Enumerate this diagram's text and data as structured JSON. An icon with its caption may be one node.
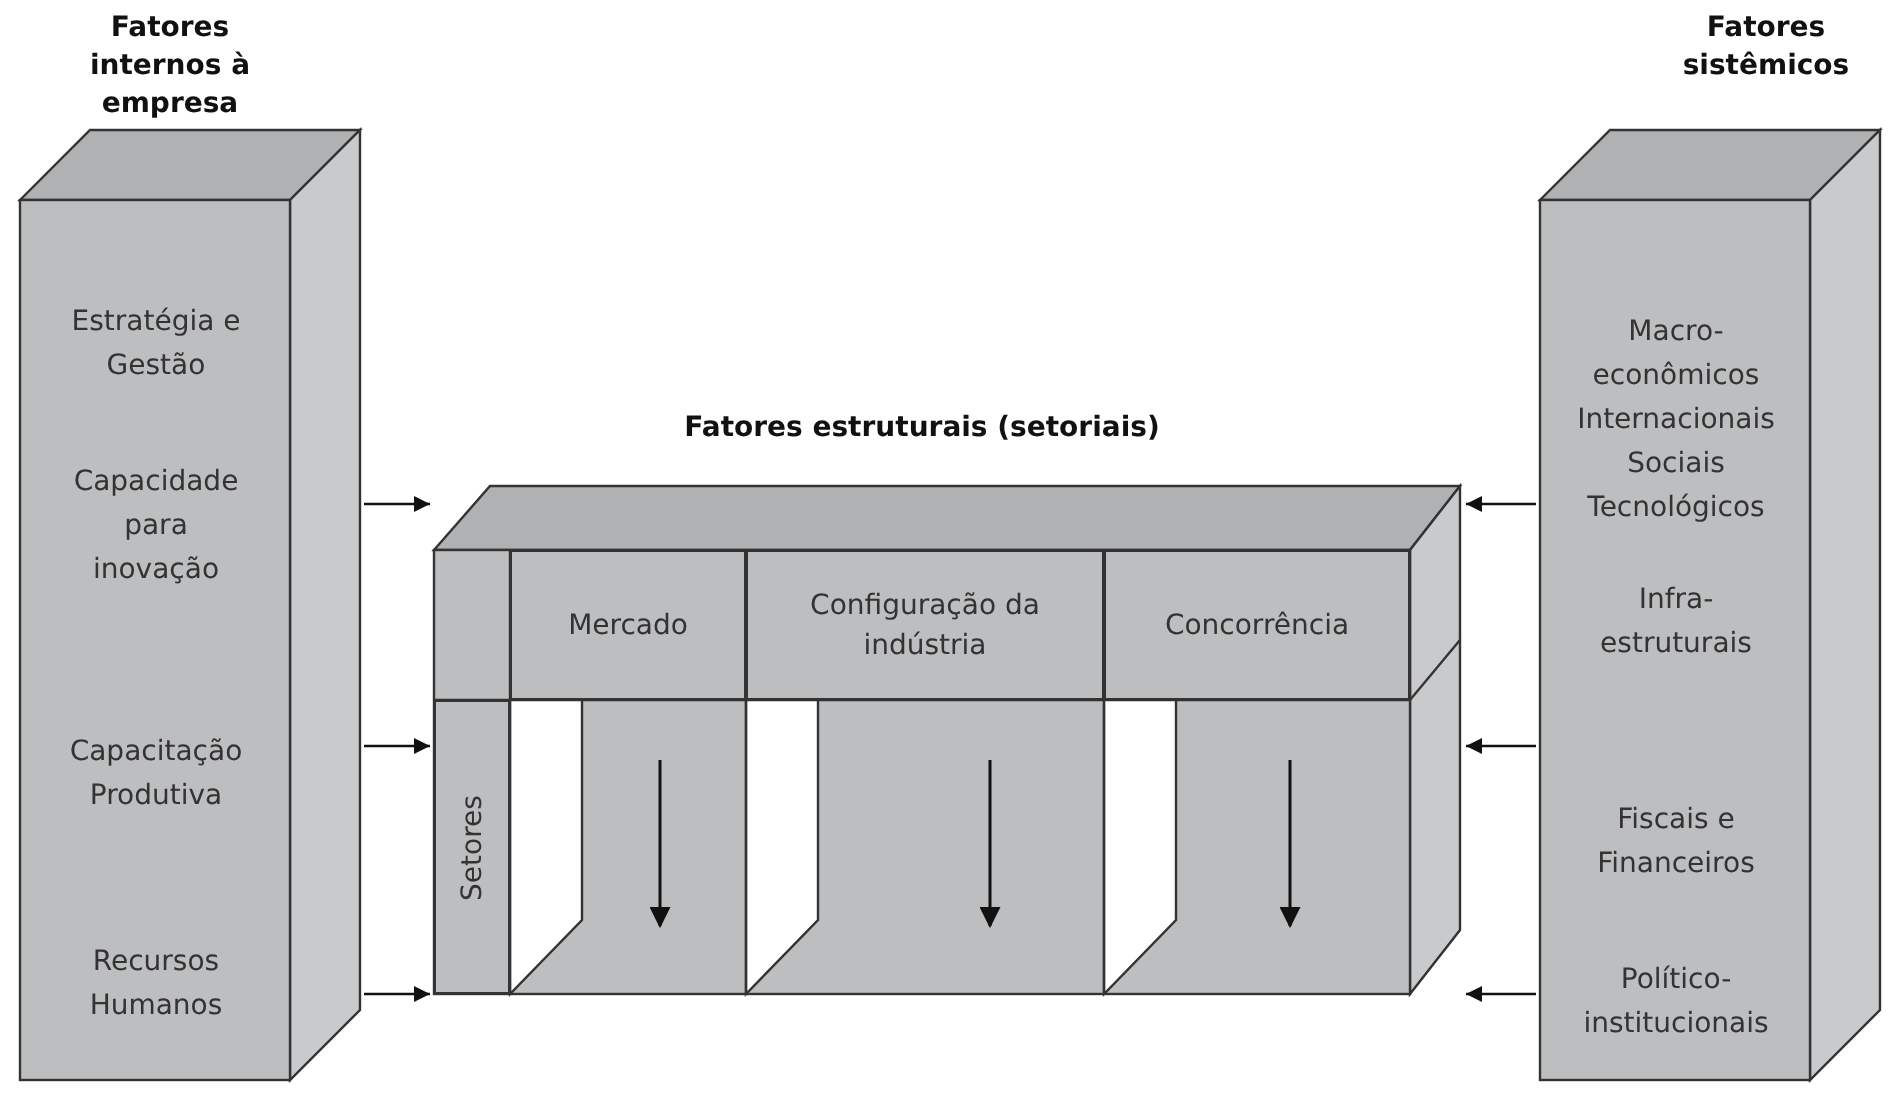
{
  "diagram": {
    "nodes": [
      {
        "text": [
          "Fatores internos à empresa",
          "Estratégia e Gestão",
          "Capacidade para inovação",
          "Capacitação Produtiva",
          "Recursos Humanos"
        ]
      },
      {
        "text": [
          "Fatores estruturais (setoriais)"
        ]
      },
      {
        "text": [
          "Setores"
        ],
        "in": 1
      },
      {
        "text": [
          "Mercado"
        ],
        "in": 1
      },
      {
        "text": [
          "Configuração da indústria"
        ],
        "in": 1
      },
      {
        "text": [
          "Concorrência"
        ],
        "in": 1
      },
      {
        "text": [
          "Fatores sistêmicos",
          "Macro- econômicos",
          "Internacionais",
          "Sociais",
          "Tecnológicos",
          "Infra- estruturais",
          "Fiscais e Financeiros",
          "Político- institucionais"
        ]
      }
    ],
    "edges": [
      {
        "from": 0,
        "to": 1,
        "arrow": "to"
      },
      {
        "from": 0,
        "to": 1,
        "arrow": "to"
      },
      {
        "from": 0,
        "to": 1,
        "arrow": "to"
      },
      {
        "from": 6,
        "to": 1,
        "arrow": "to"
      },
      {
        "from": 6,
        "to": 1,
        "arrow": "to"
      },
      {
        "from": 6,
        "to": 1,
        "arrow": "to"
      }
    ]
  }
}
